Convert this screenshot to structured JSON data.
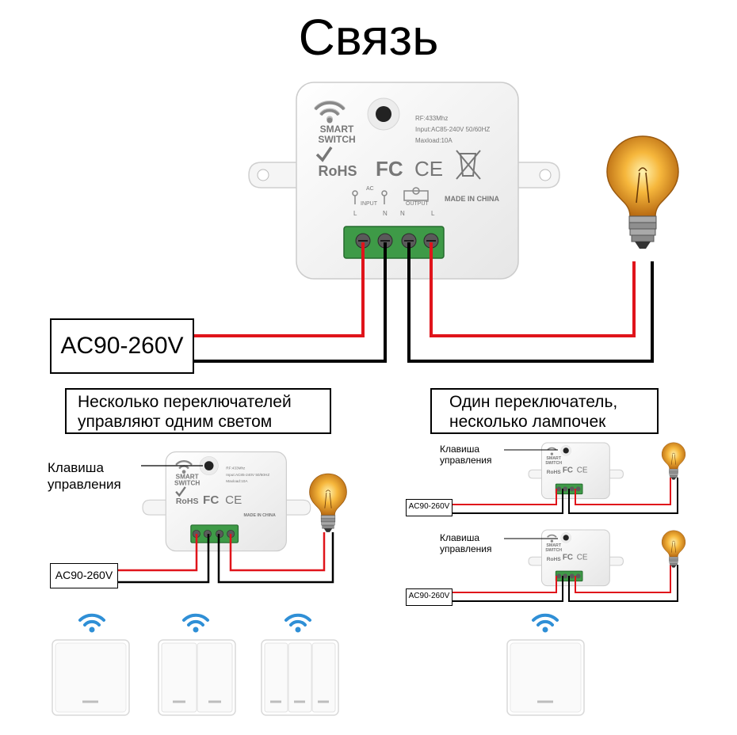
{
  "title": "Связь",
  "main_device": {
    "brand_top": "SMART",
    "brand_bottom": "SWITCH",
    "rohs": "RoHS",
    "spec_rf": "RF:433Mhz",
    "spec_input": "Input:AC85-240V 50/60HZ",
    "spec_maxload": "Maxload:10A",
    "cert_fc": "FC",
    "cert_ce": "CE",
    "made_in": "MADE IN CHINA",
    "ac_label": "AC",
    "input_label": "INPUT",
    "output_label": "OUTPUT",
    "terminal_letters": [
      "L",
      "N",
      "N",
      "L"
    ]
  },
  "main_voltage_label": "AC90-260V",
  "section_left": {
    "caption": "Несколько переключателей\nуправляют одним светом",
    "key_label": "Клавиша\nуправления",
    "voltage_label": "AC90-260V"
  },
  "section_right": {
    "caption": "Один переключатель,\nнесколько лампочек",
    "key_label_1": "Клавиша\nуправления",
    "key_label_2": "Клавиша\nуправления",
    "voltage_label_1": "AC90-260V",
    "voltage_label_2": "AC90-260V"
  },
  "wall_switches": [
    {
      "gang": 1
    },
    {
      "gang": 2
    },
    {
      "gang": 3
    },
    {
      "gang": 1
    }
  ],
  "colors": {
    "live_wire": "#e0141b",
    "neutral_wire": "#000000",
    "terminal_block": "#3e9a47",
    "wifi_signal": "#2f8fd6",
    "device_body": "#f3f3f3",
    "bulb_glow": "#f4a52a"
  }
}
